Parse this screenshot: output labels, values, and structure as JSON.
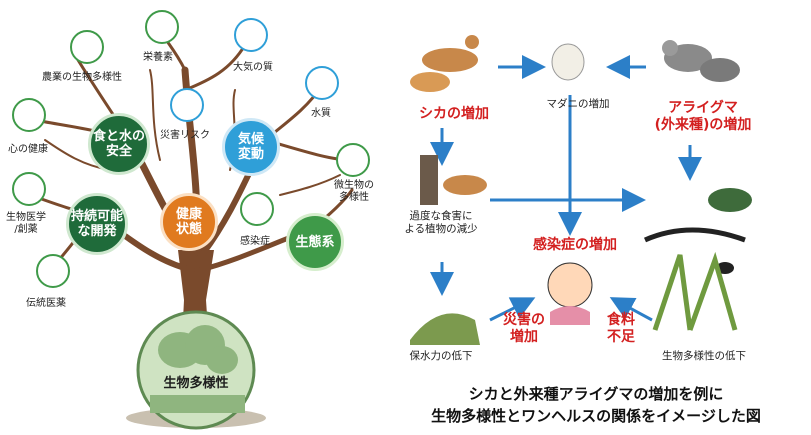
{
  "tree": {
    "bubbles": {
      "food_water": "食と水の\n安全",
      "climate": "気候\n変動",
      "sustainable": "持続可能\nな開発",
      "health": "健康\n状態",
      "ecosystem": "生態系"
    },
    "labels": {
      "nutrition": "栄養素",
      "agri_bio": "農業の生物多様性",
      "air": "大気の質",
      "water": "水質",
      "disaster": "災害リスク",
      "mental": "心の健康",
      "microbe": "微生物の\n多様性",
      "biomed": "生物医学\n/創薬",
      "infection": "感染症",
      "traditional": "伝統医薬"
    },
    "root": "生物多様性"
  },
  "flow": {
    "deer_increase": "シカの増加",
    "tick_increase": "マダニの増加",
    "raccoon_increase": "アライグマ\n(外来種)の増加",
    "overgrazing": "過度な食害に\nよる植物の減少",
    "infection_increase": "感染症の増加",
    "disaster_increase": "災害の\n増加",
    "food_shortage": "食料\n不足",
    "water_loss": "保水力の低下",
    "bio_decrease": "生物多様性の低下"
  },
  "caption": {
    "line1": "シカと外来種アライグマの増加を例に",
    "line2": "生物多様性とワンヘルスの関係をイメージした図"
  },
  "colors": {
    "dark_green": "#1f6b3a",
    "mid_green": "#3f9a49",
    "blue": "#2f9fd8",
    "orange": "#e07a1f",
    "arrow_blue": "#2c7fc8",
    "red_text": "#d32020",
    "trunk": "#7a4a2c"
  }
}
